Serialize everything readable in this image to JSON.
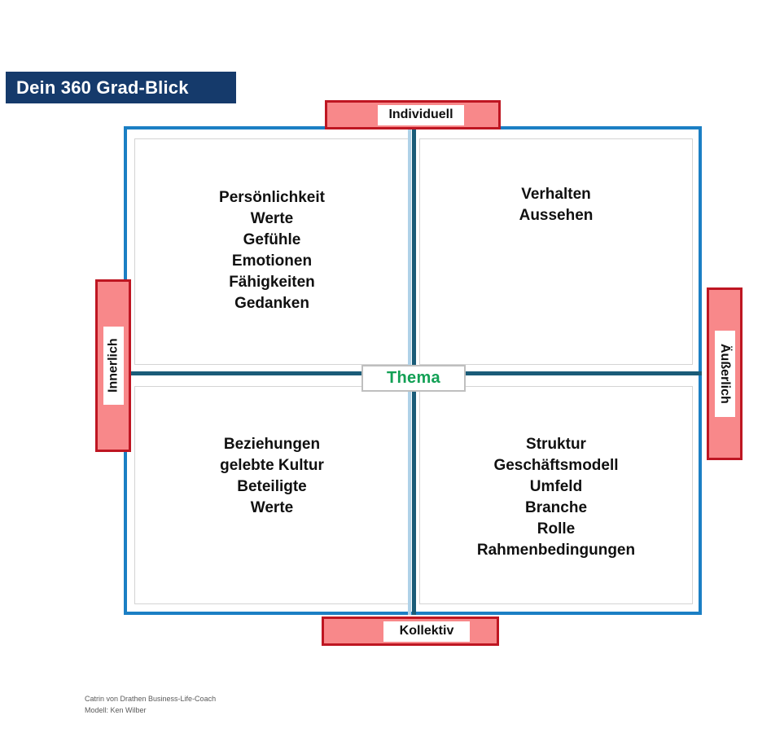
{
  "title": {
    "text": "Dein 360 Grad-Blick",
    "background_color": "#153A6B",
    "text_color": "#FFFFFF"
  },
  "center": {
    "label": "Thema",
    "text_color": "#12A055"
  },
  "poles": {
    "top": "Individuell",
    "bottom": "Kollektiv",
    "left": "Innerlich",
    "right": "Äußerlich",
    "fill_color": "#F8888A",
    "border_color": "#BE1622"
  },
  "frame": {
    "border_color": "#1B7FC4",
    "axis_color": "#1A5C78"
  },
  "quadrants": {
    "top_left": {
      "name": "innerlich-individuell",
      "lines": "Persönlichkeit\nWerte\nGefühle\nEmotionen\nFähigkeiten\nGedanken"
    },
    "top_right": {
      "name": "aeusserlich-individuell",
      "lines": "Verhalten\nAussehen"
    },
    "bottom_left": {
      "name": "innerlich-kollektiv",
      "lines": "Beziehungen\ngelebte Kultur\nBeteiligte\nWerte"
    },
    "bottom_right": {
      "name": "aeusserlich-kollektiv",
      "lines": "Struktur\nGeschäftsmodell\nUmfeld\nBranche\nRolle\nRahmenbedingungen"
    }
  },
  "credit": {
    "line1": "Catrin von Drathen Business-Life-Coach",
    "line2": "Modell:  Ken Wilber"
  }
}
